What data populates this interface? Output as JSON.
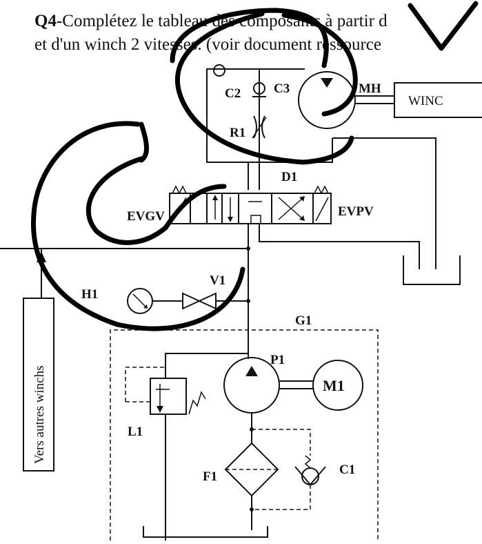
{
  "question": {
    "number": "Q4",
    "line1_text": "-Complétez le tableau des composants à partir d",
    "line2_text": "et d'un winch 2 vitesses. (voir document ressource"
  },
  "components": {
    "C2": "C2",
    "C3": "C3",
    "MH": "MH",
    "WINC": "WINC",
    "R1": "R1",
    "D1": "D1",
    "EVGV": "EVGV",
    "EVPV": "EVPV",
    "V1": "V1",
    "H1": "H1",
    "G1": "G1",
    "P1": "P1",
    "M1": "M1",
    "L1": "L1",
    "F1": "F1",
    "C1": "C1"
  },
  "side_label": "Vers autres winchs",
  "colors": {
    "ink": "#111111",
    "marker": "#000000",
    "paper": "#ffffff"
  }
}
